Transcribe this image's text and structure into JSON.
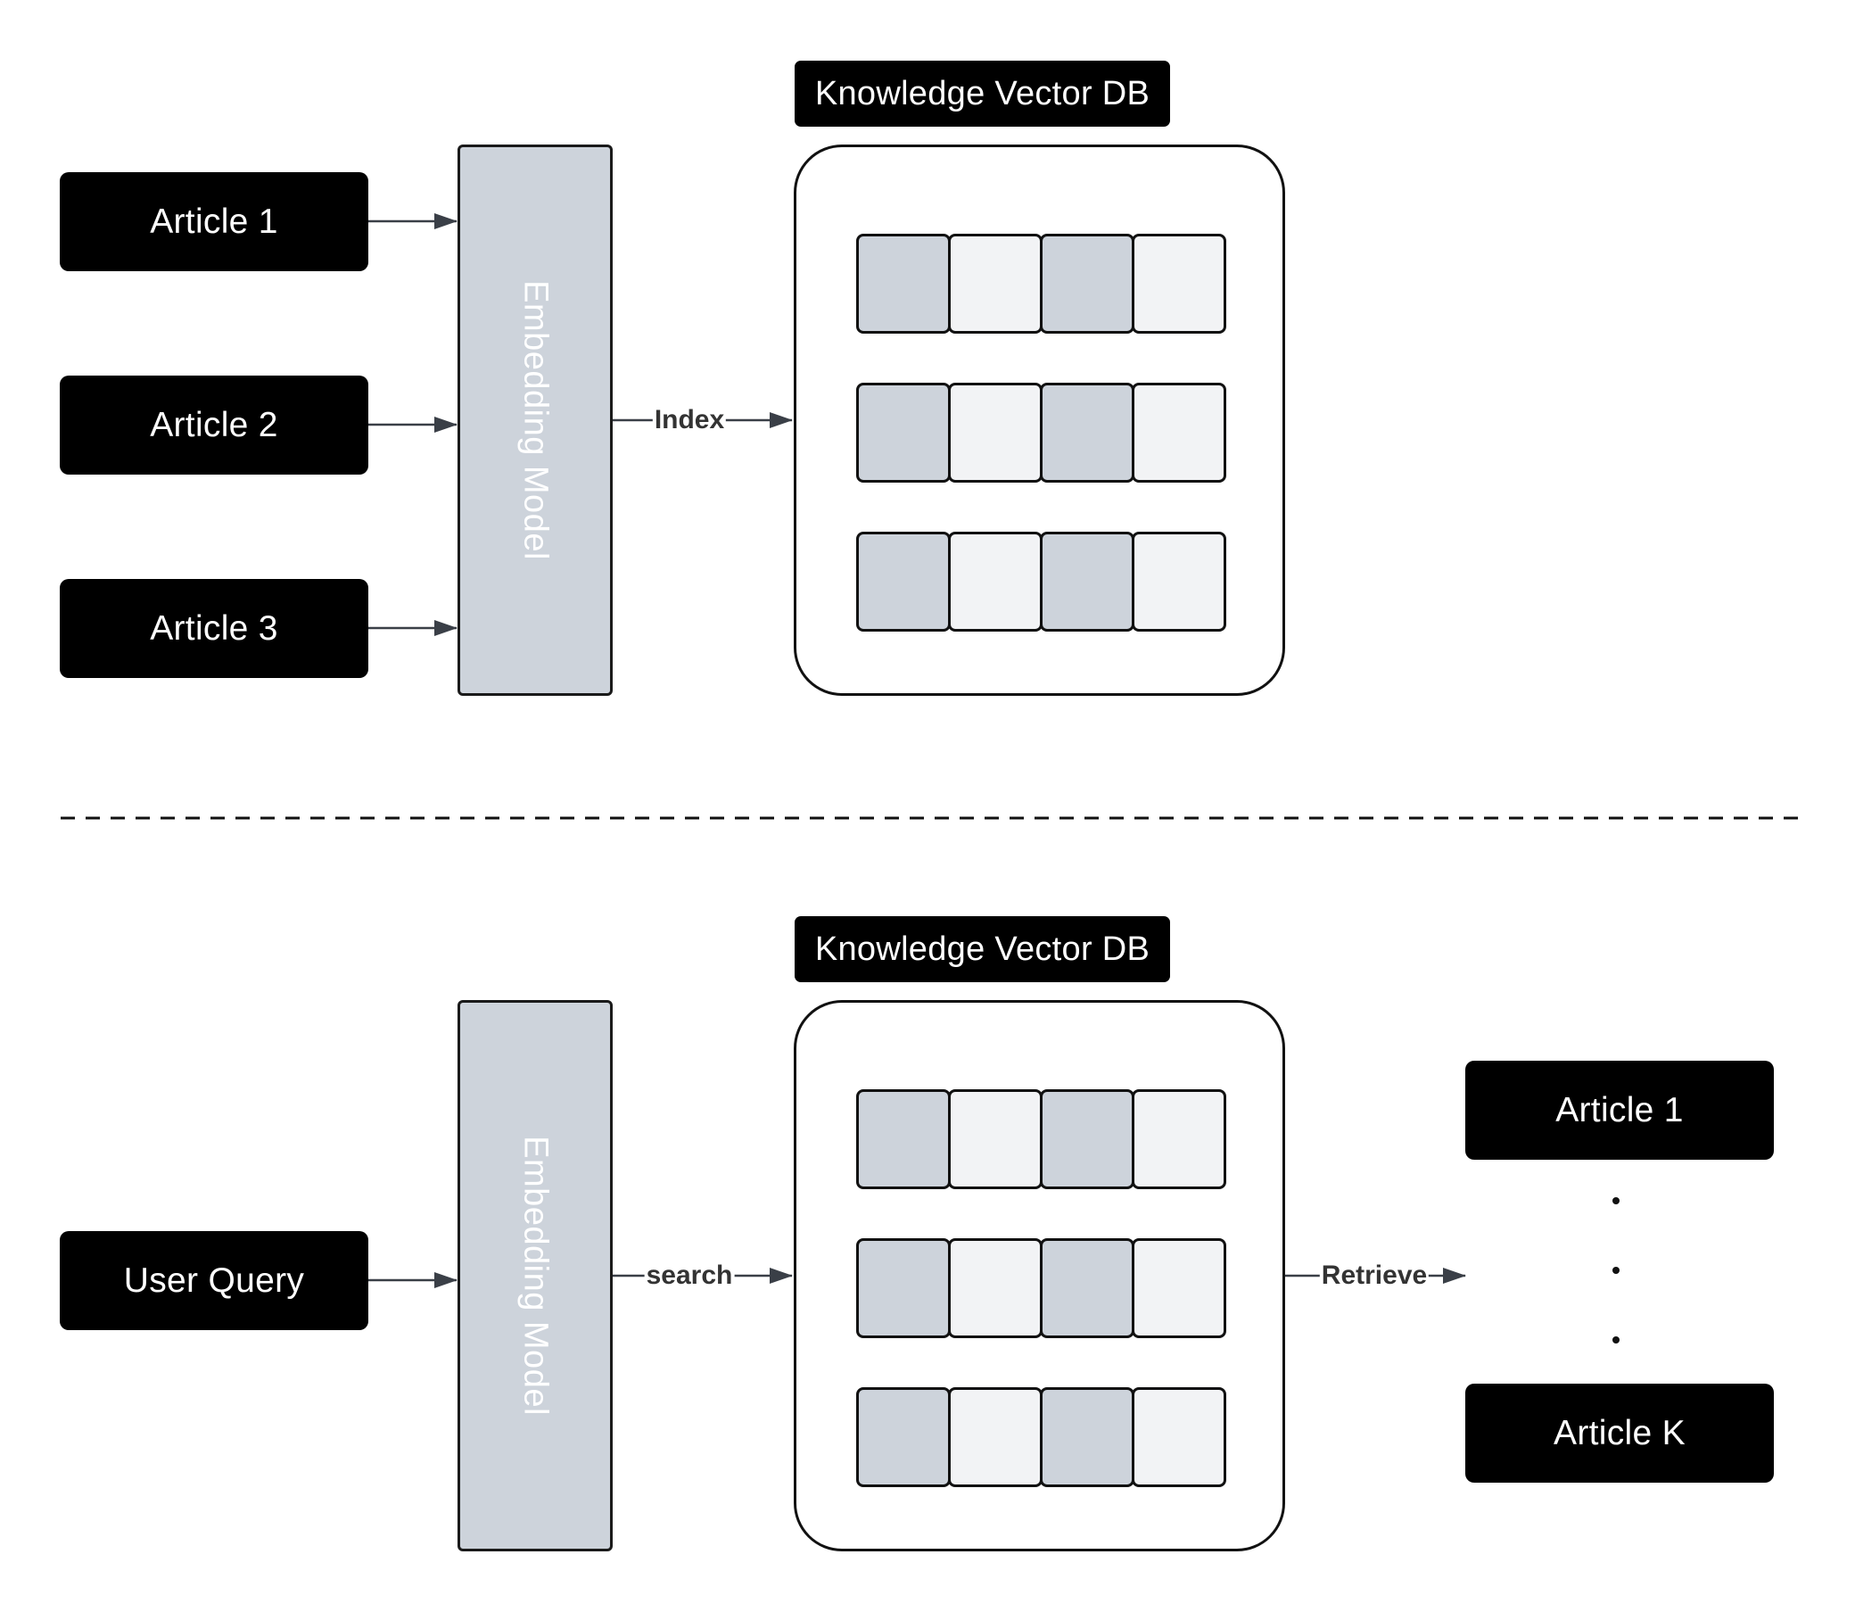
{
  "top": {
    "db_title": "Knowledge Vector DB",
    "articles": [
      "Article 1",
      "Article 2",
      "Article 3"
    ],
    "model_label": "Embedding Model",
    "edge_label": "Index"
  },
  "bottom": {
    "db_title": "Knowledge Vector DB",
    "query": "User Query",
    "model_label": "Embedding Model",
    "search_label": "search",
    "retrieve_label": "Retrieve",
    "results": [
      "Article 1",
      "Article K"
    ]
  },
  "colors": {
    "box_fill": "#000000",
    "embedding_fill": "#cdd3db",
    "cell_dark": "#cdd3db",
    "cell_light": "#f2f3f5",
    "arrow": "#3a3f47"
  },
  "vector_row_pattern": [
    "dark",
    "light",
    "dark",
    "light"
  ]
}
